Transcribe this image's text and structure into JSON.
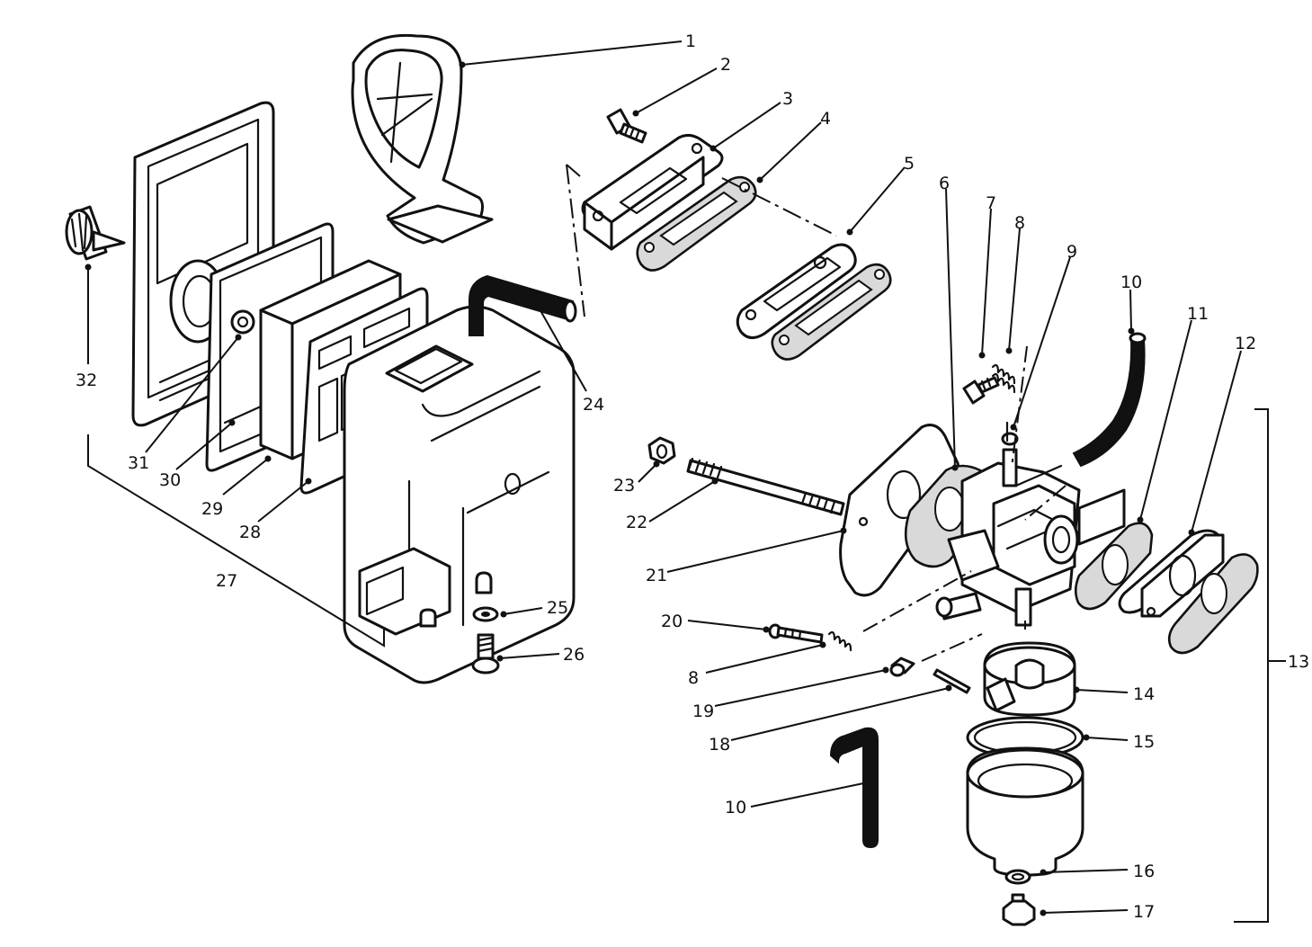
{
  "diagram": {
    "colors": {
      "ink": "#111111",
      "paper": "#ffffff",
      "gasket_fill": "#d9d9d9"
    },
    "callouts": {
      "c1": "1",
      "c2": "2",
      "c3": "3",
      "c4": "4",
      "c5": "5",
      "c6": "6",
      "c7": "7",
      "c8a": "8",
      "c8b": "8",
      "c9": "9",
      "c10a": "10",
      "c10b": "10",
      "c11": "11",
      "c12": "12",
      "c13": "13",
      "c14": "14",
      "c15": "15",
      "c16": "16",
      "c17": "17",
      "c18": "18",
      "c19": "19",
      "c20": "20",
      "c21": "21",
      "c22": "22",
      "c23": "23",
      "c24": "24",
      "c25": "25",
      "c26": "26",
      "c27": "27",
      "c28": "28",
      "c29": "29",
      "c30": "30",
      "c31": "31",
      "c32": "32"
    }
  }
}
